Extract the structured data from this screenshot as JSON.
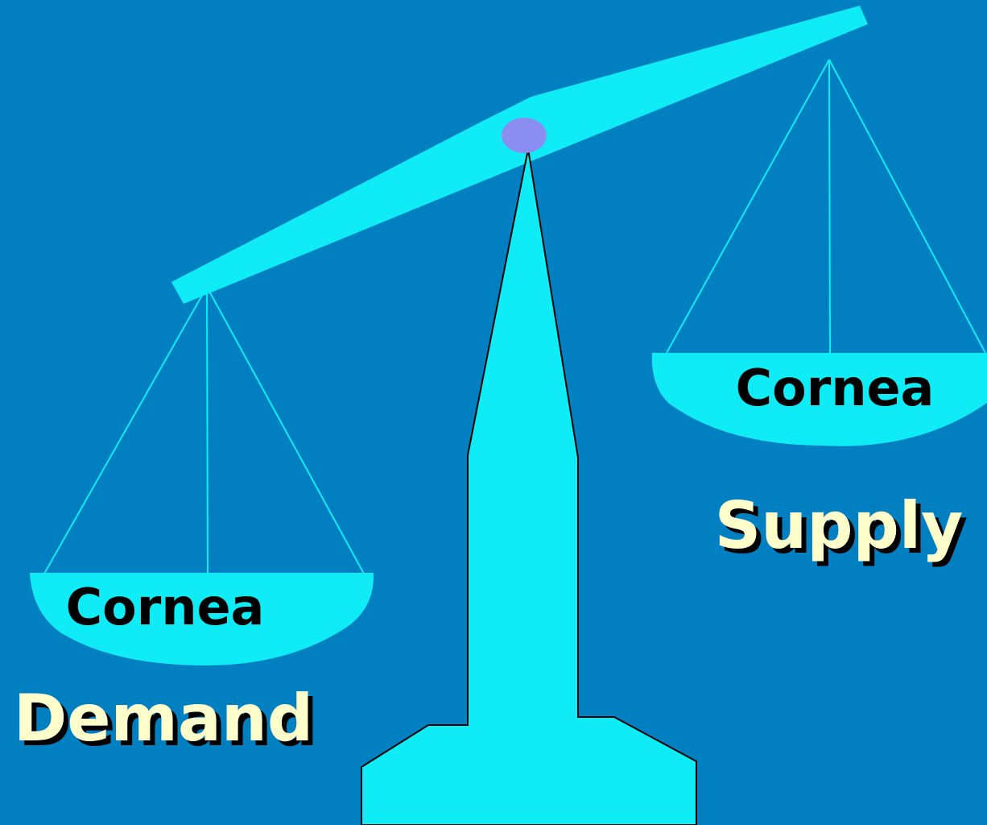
{
  "left_pan": {
    "label": "Cornea",
    "caption": "Demand"
  },
  "right_pan": {
    "label": "Cornea",
    "caption": "Supply"
  },
  "colors": {
    "background": "#0080c0",
    "scale_fill": "#10ecf5",
    "pivot": "#8a8ef0",
    "caption_text": "#ffffcc",
    "caption_shadow": "#000000",
    "pan_text": "#000000"
  }
}
